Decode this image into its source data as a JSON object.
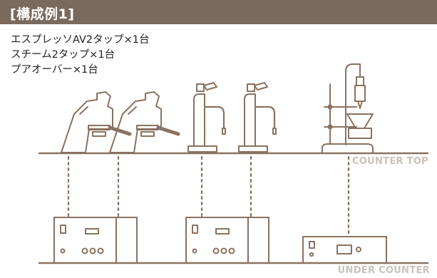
{
  "header": {
    "title": "[構成例1]"
  },
  "configuration": {
    "items": [
      "エスプレッソAV2タップ×1台",
      "スチーム2タップ×1台",
      "プアオーバー×1台"
    ]
  },
  "labels": {
    "counter_top": "COUNTER TOP",
    "under_counter": "UNDER COUNTER"
  },
  "colors": {
    "header_bg": "#7a6a5d",
    "line": "#8a7260",
    "label": "#c9c1ba"
  }
}
